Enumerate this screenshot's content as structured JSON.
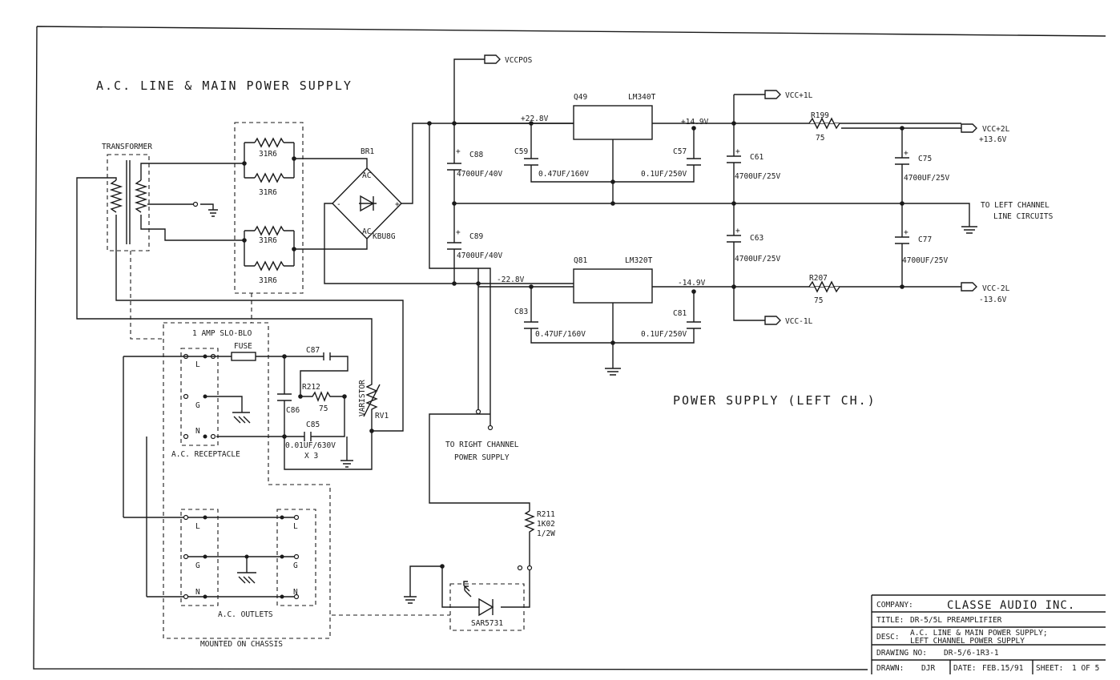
{
  "titles": {
    "main": "A.C. LINE & MAIN POWER SUPPLY",
    "left_ch": "POWER SUPPLY (LEFT CH.)"
  },
  "labels": {
    "transformer": "TRANSFORMER",
    "r_bank1_a": "31R6",
    "r_bank1_b": "31R6",
    "r_bank2_a": "31R6",
    "r_bank2_b": "31R6",
    "br1": "BR1",
    "ac1": "AC",
    "ac2": "AC",
    "kbu": "KBU8G",
    "minus": "-",
    "plus": "+",
    "vccpos": "VCCPOS",
    "v_pos_in": "+22.8V",
    "v_neg_in": "-22.8V",
    "q49": "Q49",
    "lm340": "LM340T",
    "q81": "Q81",
    "lm320": "LM320T",
    "v_pos_out": "+14.9V",
    "v_neg_out": "-14.9V",
    "vcc1l": "VCC+1L",
    "vccm1l": "VCC-1L",
    "r199": "R199",
    "r199v": "75",
    "r207": "R207",
    "r207v": "75",
    "vcc2l": "VCC+2L",
    "vcc2l_v": "+13.6V",
    "vccm2l": "VCC-2L",
    "vccm2l_v": "-13.6V",
    "c88": "C88",
    "c88v": "4700UF/40V",
    "c89": "C89",
    "c89v": "4700UF/40V",
    "c59": "C59",
    "c59v": "0.47UF/160V",
    "c57": "C57",
    "c57v": "0.1UF/250V",
    "c61": "C61",
    "c61v": "4700UF/25V",
    "c63": "C63",
    "c63v": "4700UF/25V",
    "c75": "C75",
    "c75v": "4700UF/25V",
    "c77": "C77",
    "c77v": "4700UF/25V",
    "c83": "C83",
    "c83v": "0.47UF/160V",
    "c81": "C81",
    "c81v": "0.1UF/250V",
    "to_left1": "TO LEFT CHANNEL",
    "to_left2": "LINE CIRCUITS",
    "to_right1": "TO RIGHT CHANNEL",
    "to_right2": "POWER SUPPLY",
    "fuse_top": "1 AMP SLO-BLO",
    "fuse": "FUSE",
    "c87": "C87",
    "r212": "R212",
    "r212v": "75",
    "c86": "C86",
    "c85": "C85",
    "cap_val": "0.01UF/630V",
    "cap_qty": "X 3",
    "varistor": "VARISTOR",
    "rv1": "RV1",
    "rec_l": "L",
    "rec_g": "G",
    "rec_n": "N",
    "receptacle": "A.C. RECEPTACLE",
    "out_l1": "L",
    "out_g1": "G",
    "out_n1": "N",
    "out_l2": "L",
    "out_g2": "G",
    "out_n2": "N",
    "outlets": "A.C. OUTLETS",
    "chassis": "MOUNTED ON CHASSIS",
    "r211": "R211",
    "r211v": "1K02",
    "r211w": "1/2W",
    "sar": "SAR5731"
  },
  "title_block": {
    "company_label": "COMPANY:",
    "company": "CLASSE AUDIO INC.",
    "title_label": "TITLE:",
    "title": "DR-5/5L PREAMPLIFIER",
    "desc_label": "DESC:",
    "desc1": "A.C. LINE & MAIN POWER SUPPLY;",
    "desc2": "LEFT CHANNEL POWER SUPPLY",
    "drawing_label": "DRAWING NO:",
    "drawing": "DR-5/6-1R3-1",
    "drawn_label": "DRAWN:",
    "drawn": "DJR",
    "date_label": "DATE:",
    "date": "FEB.15/91",
    "sheet_label": "SHEET:",
    "sheet": "1 OF 5"
  }
}
